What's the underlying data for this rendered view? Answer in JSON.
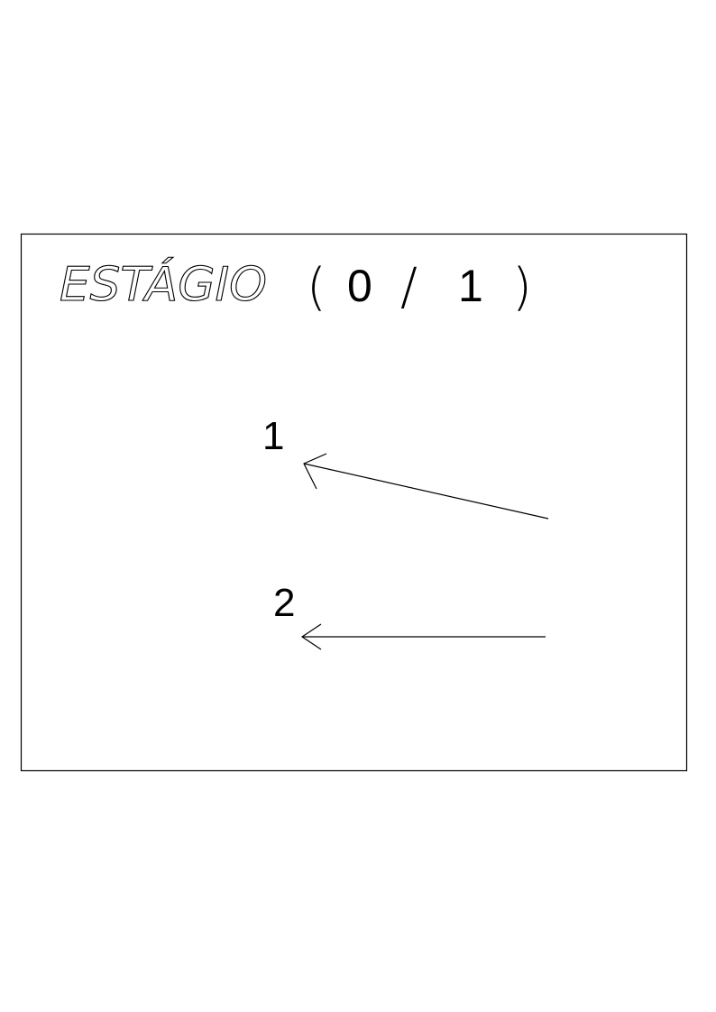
{
  "title": {
    "label": "ESTÁGIO",
    "open_paren": "(",
    "stage_current": "0",
    "slash": "/",
    "stage_total": "1",
    "close_paren": ")"
  },
  "arrows": [
    {
      "label": "1",
      "direction": "left"
    },
    {
      "label": "2",
      "direction": "left"
    }
  ],
  "colors": {
    "line": "#000000",
    "background": "#ffffff"
  }
}
